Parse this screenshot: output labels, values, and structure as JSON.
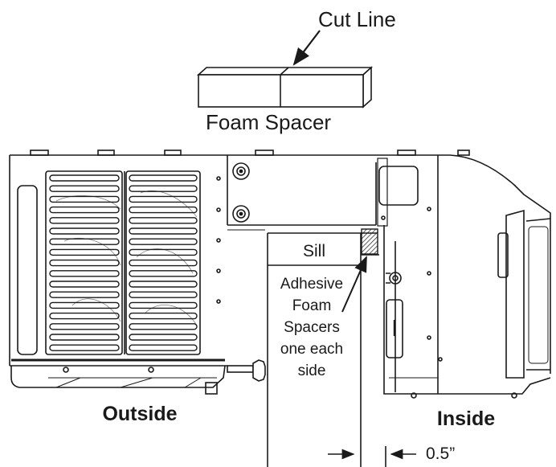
{
  "labels": {
    "cut_line": "Cut Line",
    "foam_spacer": "Foam Spacer",
    "sill": "Sill",
    "adhesive_lines": [
      "Adhesive",
      "Foam",
      "Spacers",
      "one each",
      "side"
    ],
    "outside": "Outside",
    "inside": "Inside",
    "gap": "0.5”"
  },
  "colors": {
    "line": "#1a1a1a",
    "background": "#ffffff"
  }
}
